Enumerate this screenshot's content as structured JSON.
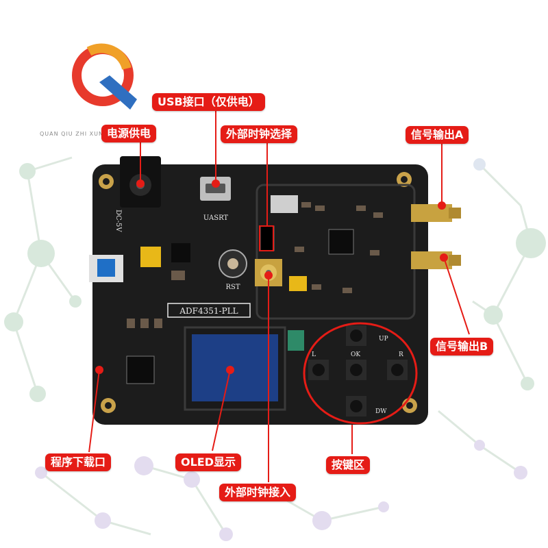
{
  "brand": {
    "logo_letter": "Q",
    "tagline": "QUAN QIU ZHI XUN"
  },
  "annotations": {
    "usb": "USB接口（仅供电）",
    "power": "电源供电",
    "ext_clock_select": "外部时钟选择",
    "output_a": "信号输出A",
    "output_b": "信号输出B",
    "program_port": "程序下载口",
    "oled": "OLED显示",
    "keys": "按键区",
    "ext_clock_in": "外部时钟接入"
  },
  "board_silkscreen": {
    "dc": "DC-5V",
    "usb": "UASRT",
    "rst": "RST",
    "model": "ADF4351-PLL",
    "key_up": "UP",
    "key_ok": "OK",
    "key_left": "L",
    "key_right": "R",
    "key_down": "DW"
  },
  "colors": {
    "label_bg": "#e51c16",
    "board": "#1c1c1c",
    "oled_screen": "#1d3f86",
    "logo_red": "#e73a2c",
    "logo_blue": "#2f6fc0"
  }
}
